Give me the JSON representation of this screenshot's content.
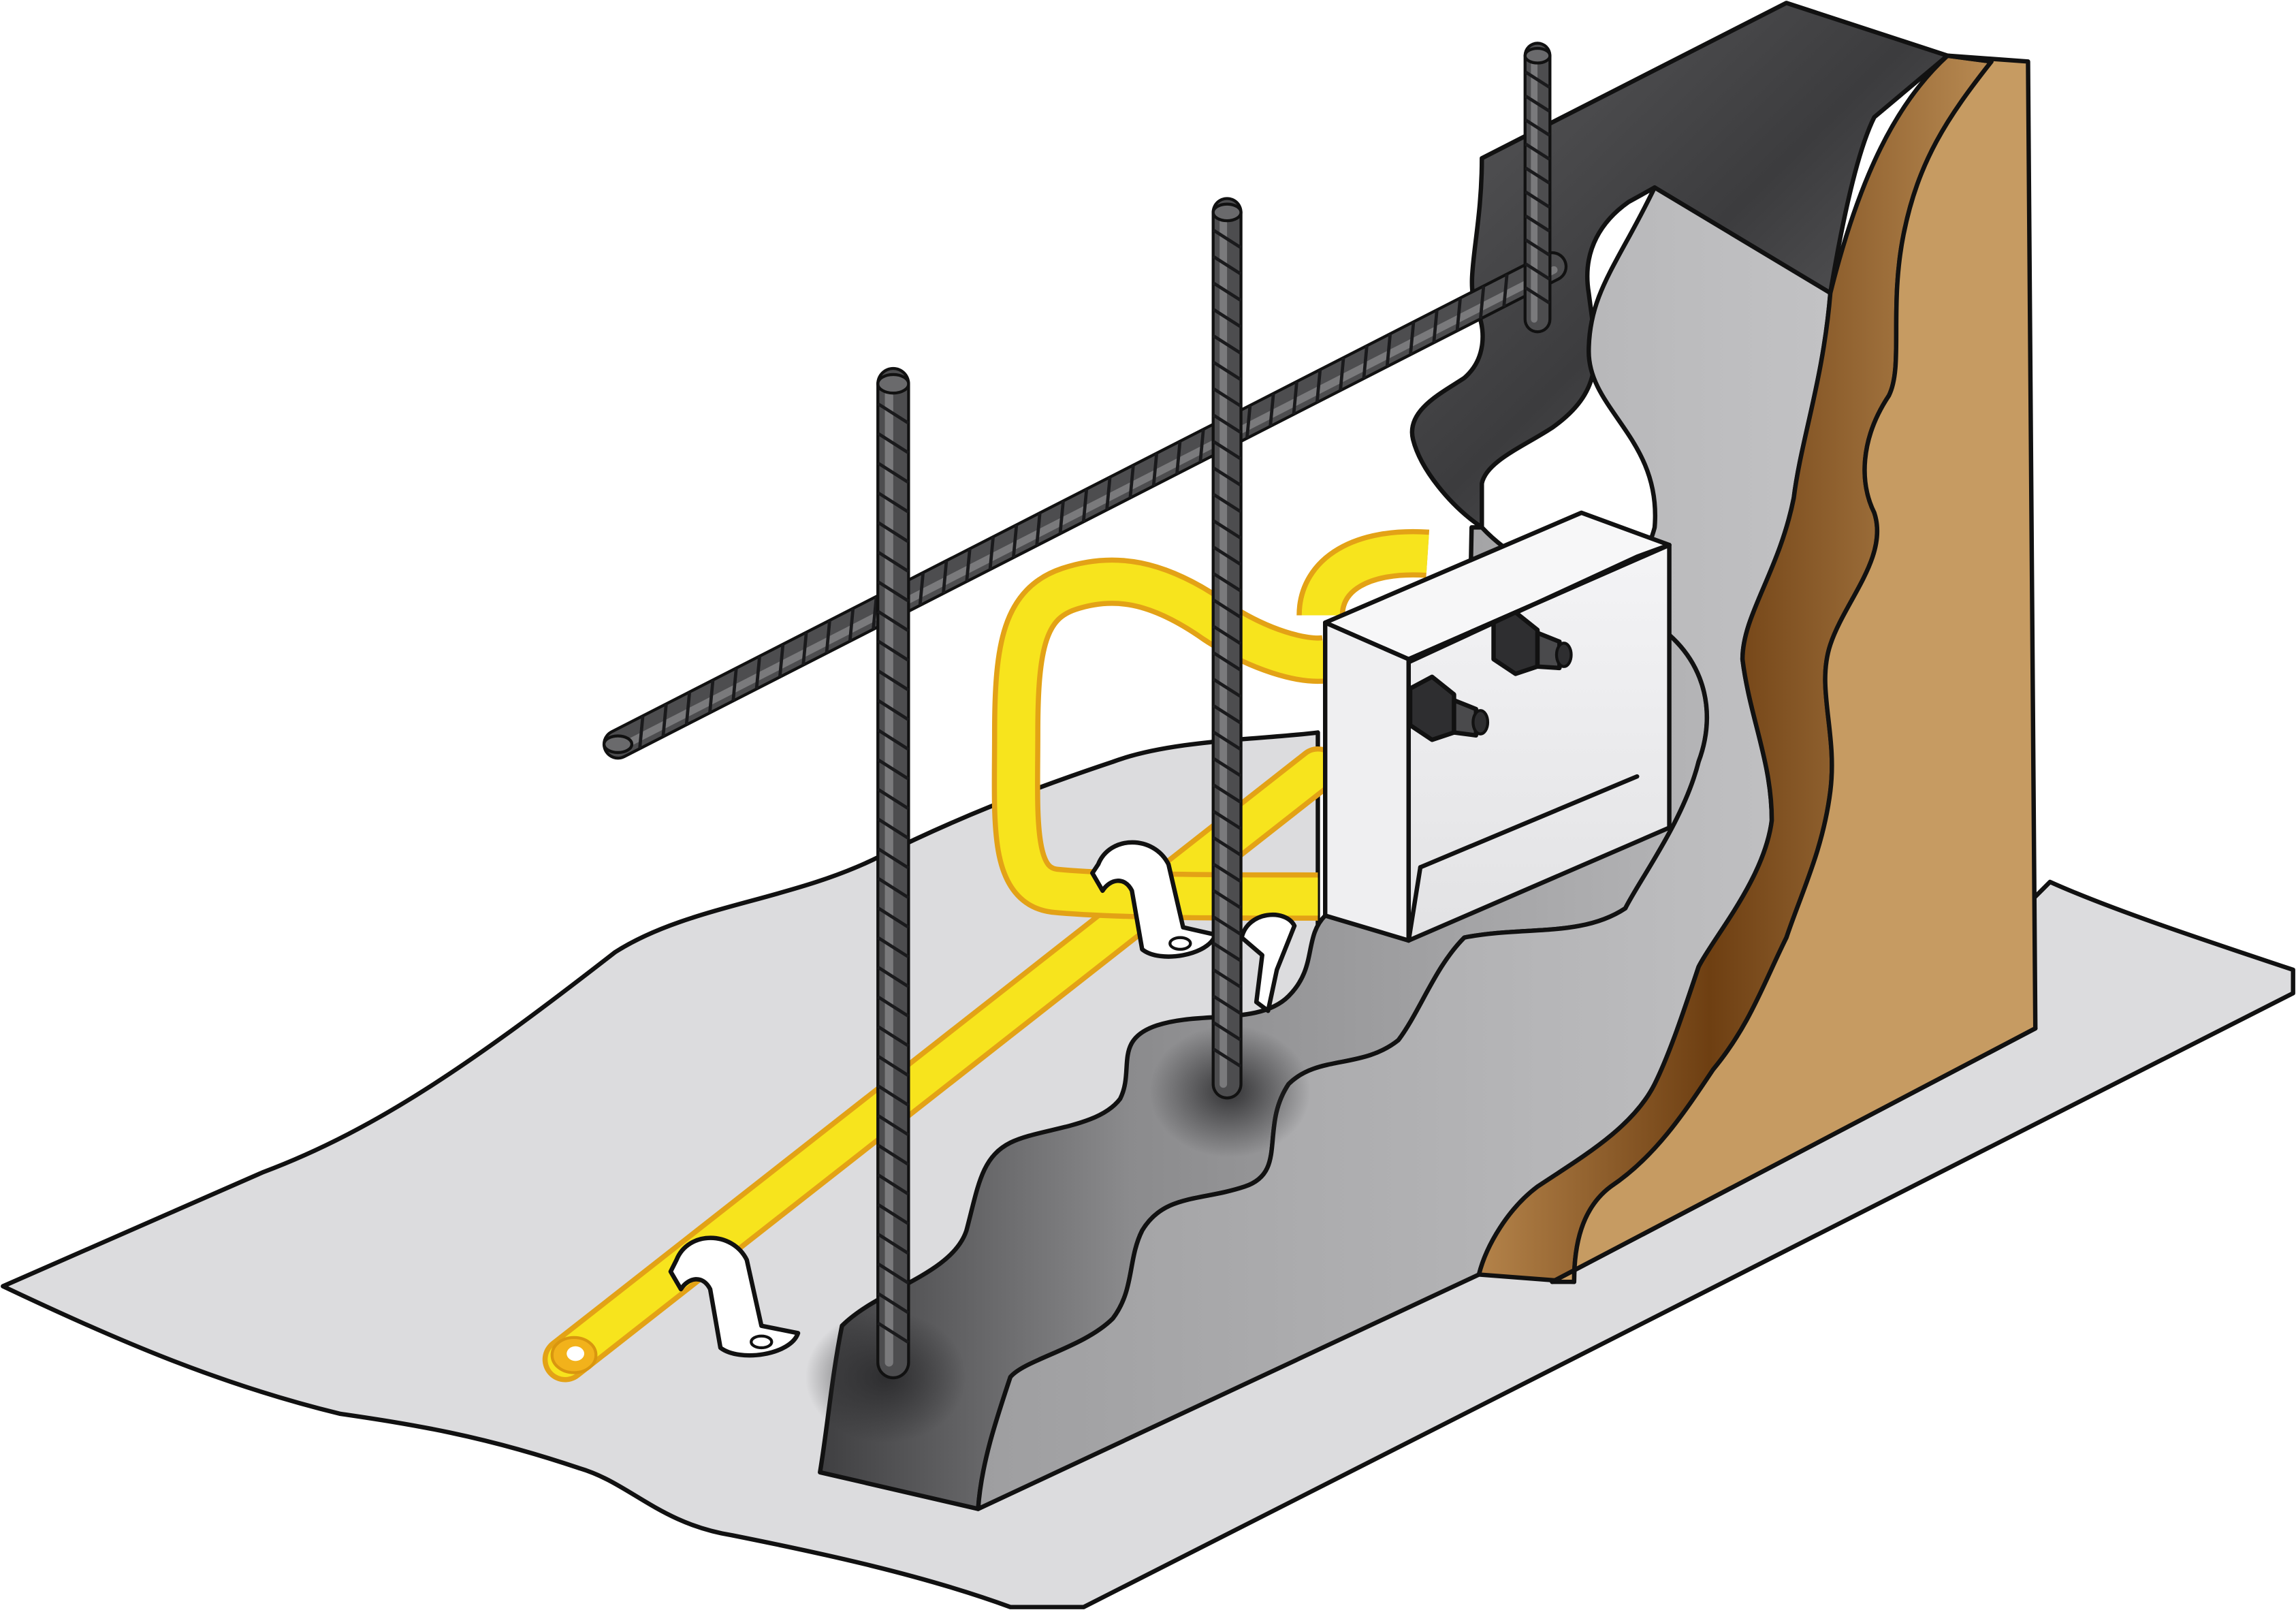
{
  "colors": {
    "background": "#ffffff",
    "slab": "#dcdcde",
    "concrete_dark": "#4a4a4c",
    "concrete_mid": "#8a8a8c",
    "concrete_light": "#b4b4b6",
    "rebar": "#4d4d4f",
    "conduit": "#f5e21a",
    "conduit_edge": "#f2b21b",
    "strap": "#ffffff",
    "junction_box": "#ededef",
    "wood_light": "#c69b62",
    "wood_dark": "#7a4a1a",
    "fitting": "#2e2e30"
  },
  "components": [
    {
      "key": "slab",
      "icon": "floor-slab"
    },
    {
      "key": "wall",
      "icon": "concrete-wall"
    },
    {
      "key": "formwork",
      "icon": "wood-form"
    },
    {
      "key": "rebar",
      "icon": "rebar"
    },
    {
      "key": "conduit",
      "icon": "conduit-pipe"
    },
    {
      "key": "junction_box",
      "icon": "electrical-box"
    },
    {
      "key": "straps",
      "icon": "pipe-strap"
    },
    {
      "key": "connectors",
      "icon": "conduit-connector"
    }
  ]
}
